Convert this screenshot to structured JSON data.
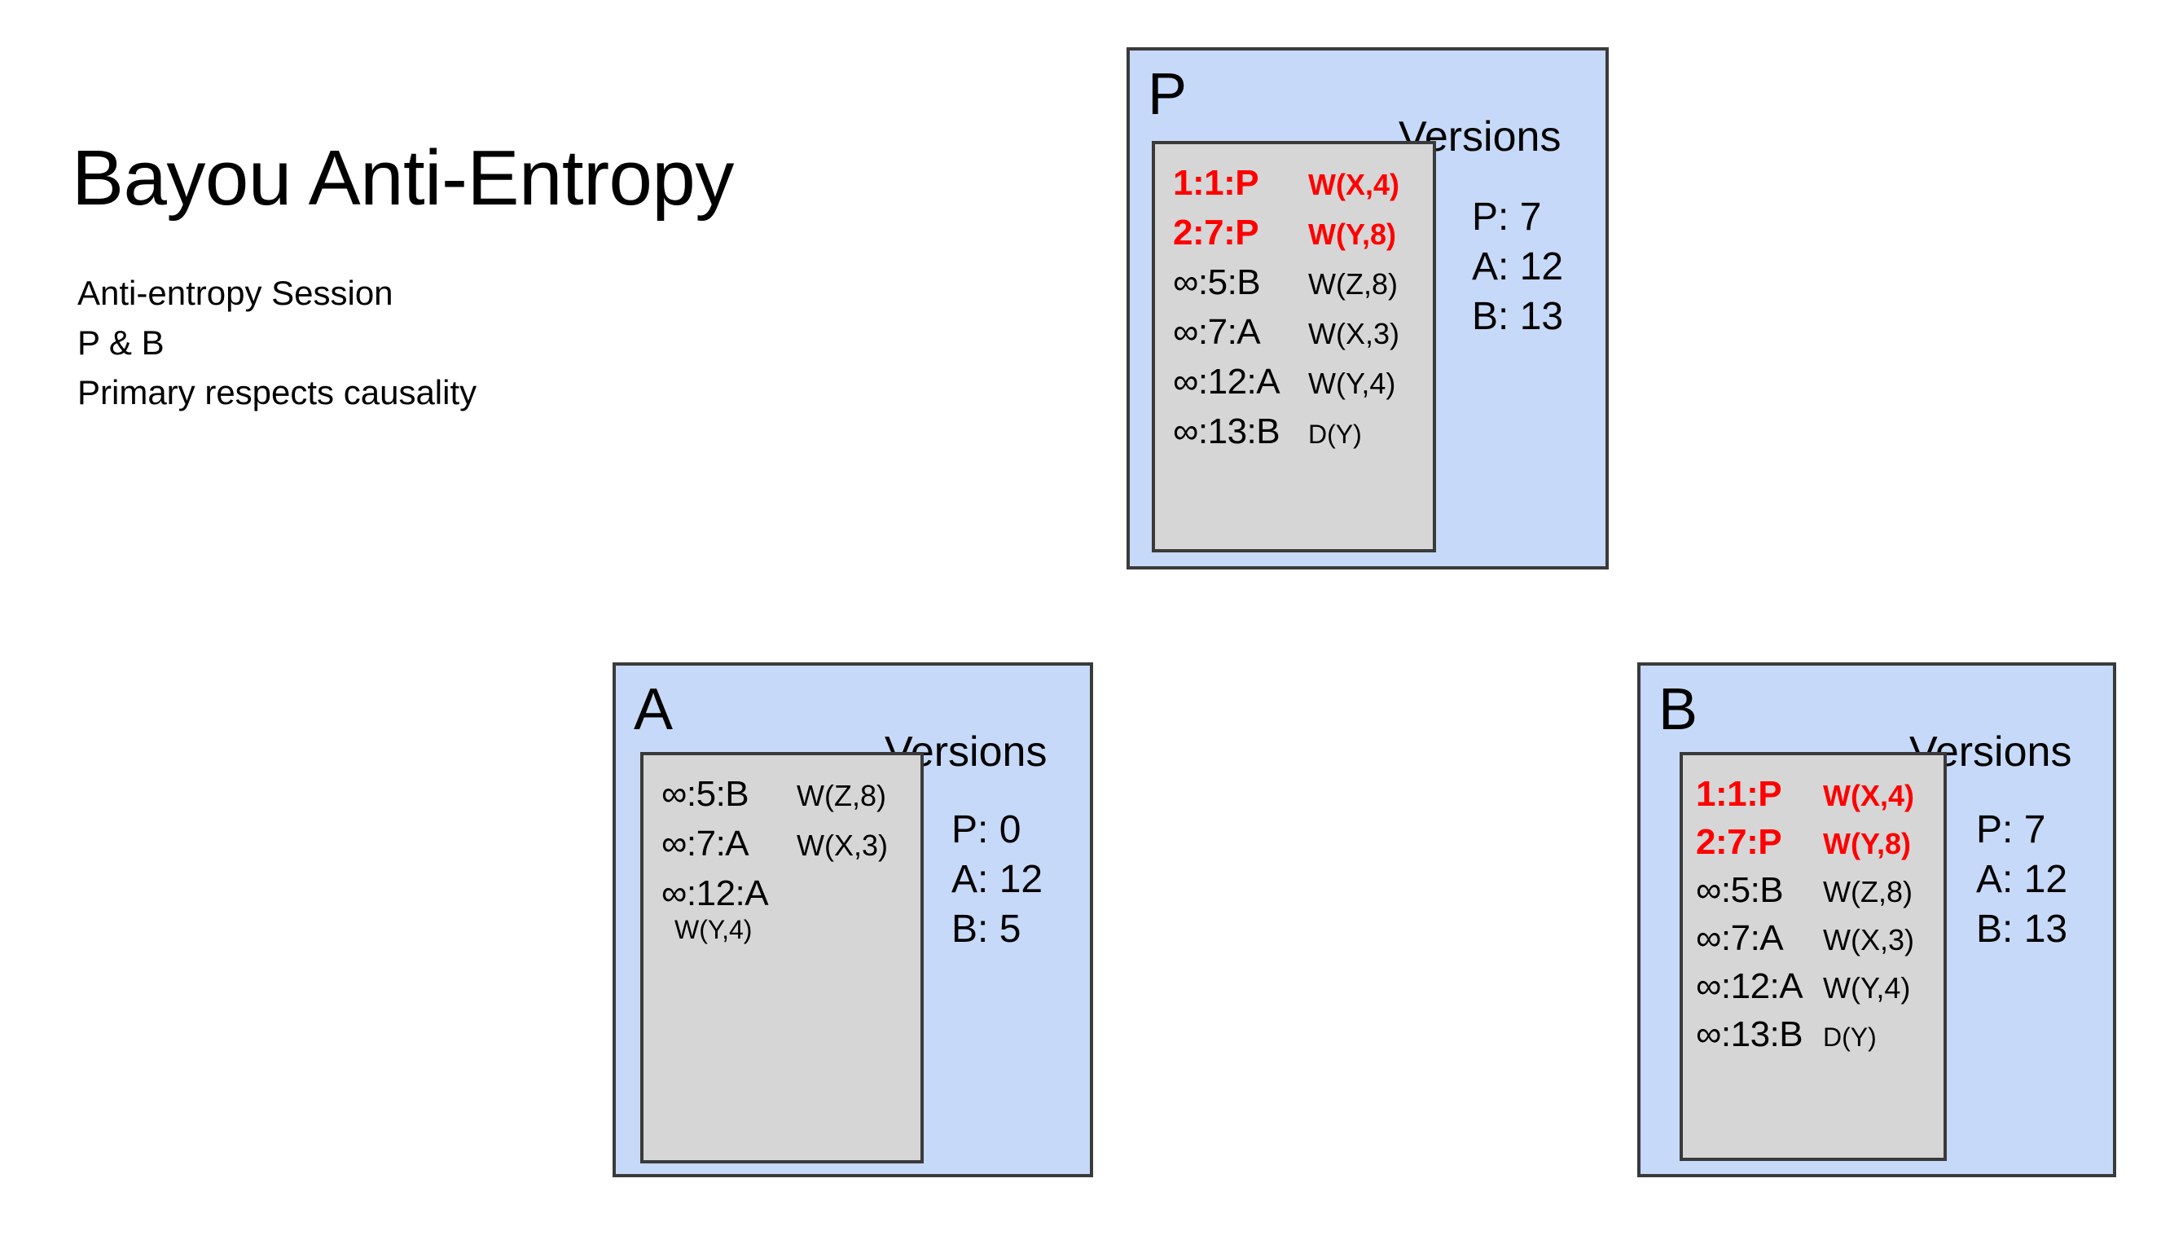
{
  "slide": {
    "title": "Bayou Anti-Entropy",
    "intro_lines": [
      "Anti-entropy Session",
      "P & B",
      "Primary respects causality"
    ]
  },
  "colors": {
    "node_fill": "#c6d9f8",
    "log_fill": "#d6d6d6",
    "border": "#3a3a3a",
    "committed_text": "#ff0000",
    "tentative_text": "#000000"
  },
  "labels": {
    "versions_heading": "Versions"
  },
  "nodes": [
    {
      "name": "P",
      "versions_heading": "Versions",
      "versions": [
        {
          "peer": "P",
          "text": "P: 7"
        },
        {
          "peer": "A",
          "text": "A: 12"
        },
        {
          "peer": "B",
          "text": "B: 13"
        }
      ],
      "log": [
        {
          "id": "1:1:P",
          "op": "W(X,4)",
          "committed": true,
          "wrapped": false,
          "small_op": false
        },
        {
          "id": "2:7:P",
          "op": "W(Y,8)",
          "committed": true,
          "wrapped": false,
          "small_op": false
        },
        {
          "id": "∞:5:B",
          "op": "W(Z,8)",
          "committed": false,
          "wrapped": false,
          "small_op": false
        },
        {
          "id": "∞:7:A",
          "op": "W(X,3)",
          "committed": false,
          "wrapped": false,
          "small_op": false
        },
        {
          "id": "∞:12:A",
          "op": "W(Y,4)",
          "committed": false,
          "wrapped": false,
          "small_op": false
        },
        {
          "id": "∞:13:B",
          "op": "D(Y)",
          "committed": false,
          "wrapped": false,
          "small_op": true
        }
      ]
    },
    {
      "name": "A",
      "versions_heading": "Versions",
      "versions": [
        {
          "peer": "P",
          "text": "P: 0"
        },
        {
          "peer": "A",
          "text": "A: 12"
        },
        {
          "peer": "B",
          "text": "B: 5"
        }
      ],
      "log": [
        {
          "id": "∞:5:B",
          "op": "W(Z,8)",
          "committed": false,
          "wrapped": false,
          "small_op": false
        },
        {
          "id": "∞:7:A",
          "op": "W(X,3)",
          "committed": false,
          "wrapped": false,
          "small_op": false
        },
        {
          "id": "∞:12:A",
          "op": "W(Y,4)",
          "committed": false,
          "wrapped": true,
          "small_op": true
        }
      ]
    },
    {
      "name": "B",
      "versions_heading": "Versions",
      "versions": [
        {
          "peer": "P",
          "text": "P: 7"
        },
        {
          "peer": "A",
          "text": "A: 12"
        },
        {
          "peer": "B",
          "text": "B: 13"
        }
      ],
      "log": [
        {
          "id": "1:1:P",
          "op": "W(X,4)",
          "committed": true,
          "wrapped": false,
          "small_op": false
        },
        {
          "id": "2:7:P",
          "op": "W(Y,8)",
          "committed": true,
          "wrapped": false,
          "small_op": false
        },
        {
          "id": "∞:5:B",
          "op": "W(Z,8)",
          "committed": false,
          "wrapped": false,
          "small_op": false
        },
        {
          "id": "∞:7:A",
          "op": "W(X,3)",
          "committed": false,
          "wrapped": false,
          "small_op": false
        },
        {
          "id": "∞:12:A",
          "op": "W(Y,4)",
          "committed": false,
          "wrapped": false,
          "small_op": false
        },
        {
          "id": "∞:13:B",
          "op": "D(Y)",
          "committed": false,
          "wrapped": false,
          "small_op": true
        }
      ]
    }
  ]
}
